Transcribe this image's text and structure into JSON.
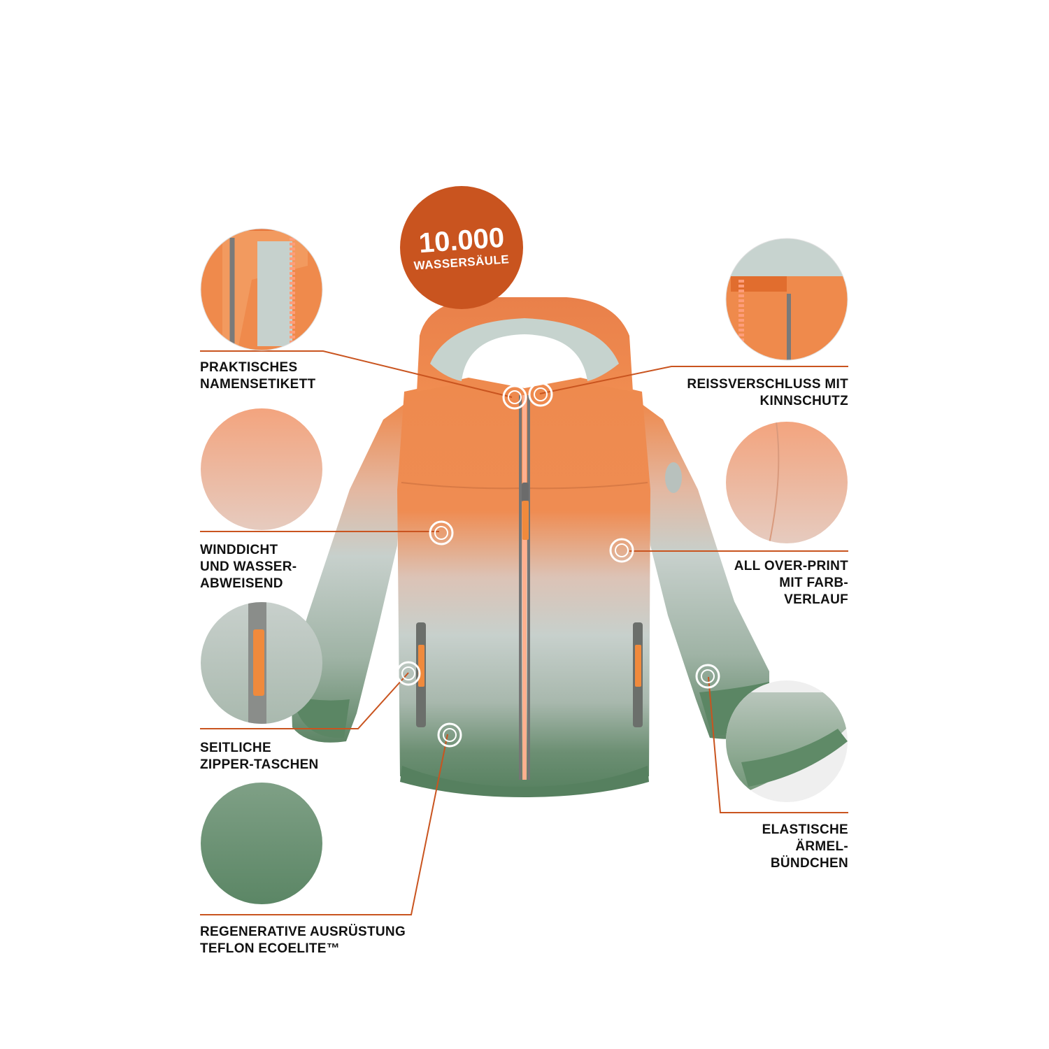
{
  "badge": {
    "value": "10.000",
    "unit": "WASSERSÄULE",
    "color": "#c9541f"
  },
  "features": {
    "name_label": "PRAKTISCHES\nNAMENSETIKETT",
    "windproof": "WINDDICHT\nUND WASSER-\nABWEISEND",
    "pockets": "SEITLICHE\nZIPPER-TASCHEN",
    "finish": "REGENERATIVE AUSRÜSTUNG\nTEFLON ECOELITE™",
    "zipper": "REISSVERSCHLUSS MIT\nKINNSCHUTZ",
    "print": "ALL OVER-PRINT\nMIT FARB-\nVERLAUF",
    "cuffs": "ELASTISCHE\nÄRMEL-\nBÜNDCHEN"
  },
  "colors": {
    "accent": "#c9541f",
    "orange": "#ee8a4e",
    "grey": "#c7d0cc",
    "green": "#56805f"
  }
}
